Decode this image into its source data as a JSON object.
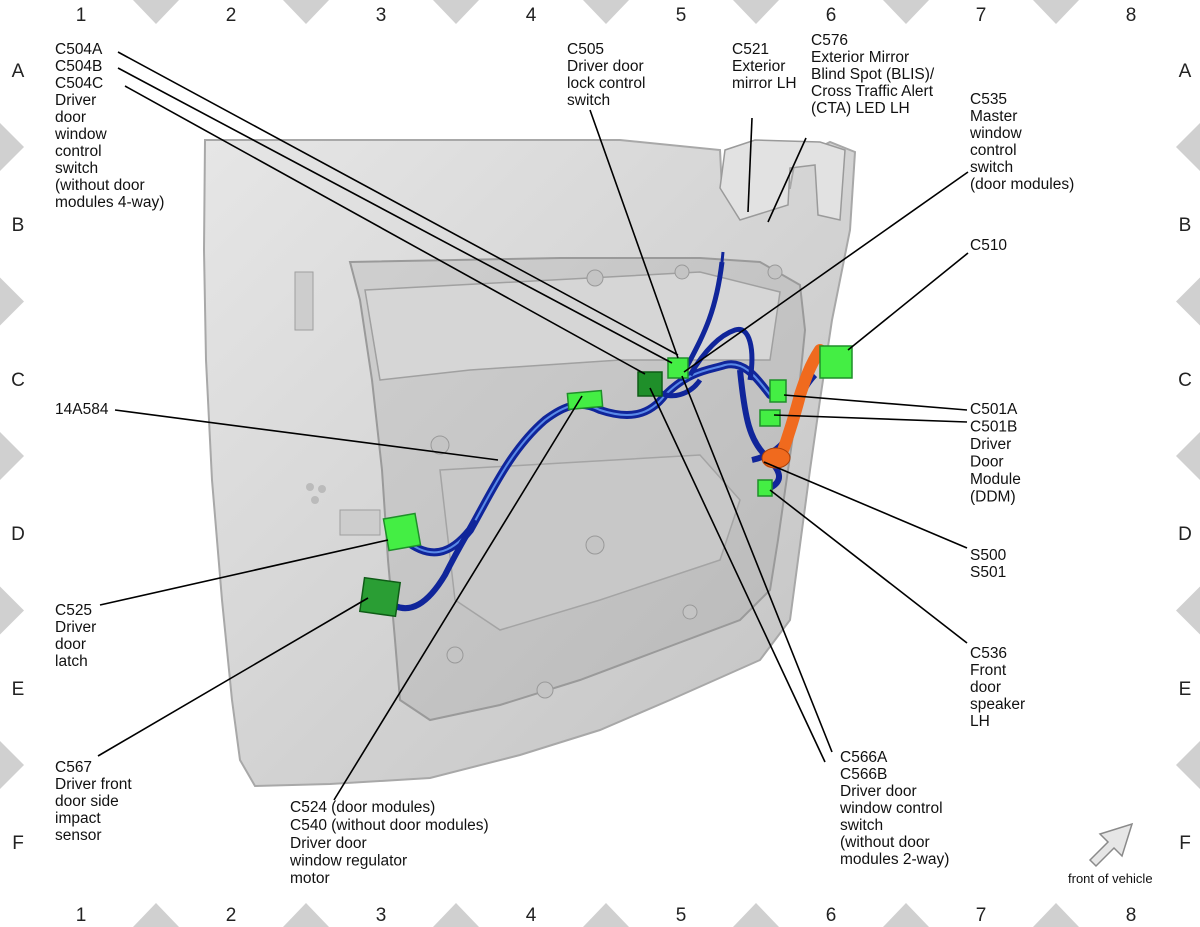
{
  "grid": {
    "columns": [
      "1",
      "2",
      "3",
      "4",
      "5",
      "6",
      "7",
      "8"
    ],
    "rows": [
      "A",
      "B",
      "C",
      "D",
      "E",
      "F"
    ]
  },
  "colors": {
    "connector": "#44ee44",
    "connector_dark": "#1f8f2a",
    "harness": "#1e3cc8",
    "harness_highlight": "#5a8ae8",
    "module_orange": "#f06a1e",
    "door_panel": "#d9d9d9"
  },
  "labels": {
    "c504": [
      "C504A",
      "C504B",
      "C504C",
      "Driver",
      "door",
      "window",
      "control",
      "switch",
      "(without door",
      "modules 4-way)"
    ],
    "c505": [
      "C505",
      "Driver door",
      "lock control",
      "switch"
    ],
    "c521": [
      "C521",
      "Exterior",
      "mirror LH"
    ],
    "c576": [
      "C576",
      "Exterior Mirror",
      "Blind Spot (BLIS)/",
      "Cross Traffic Alert",
      "(CTA) LED LH"
    ],
    "c535": [
      "C535",
      "Master",
      "window",
      "control",
      "switch",
      "(door modules)"
    ],
    "c510": [
      "C510"
    ],
    "harness": [
      "14A584"
    ],
    "c501": [
      "C501A",
      "C501B",
      "Driver",
      "Door",
      "Module",
      "(DDM)"
    ],
    "splice": [
      "S500",
      "S501"
    ],
    "c525": [
      "C525",
      "Driver",
      "door",
      "latch"
    ],
    "c536": [
      "C536",
      "Front",
      "door",
      "speaker",
      "LH"
    ],
    "c567": [
      "C567",
      "Driver front",
      "door side",
      "impact",
      "sensor"
    ],
    "c524_line1": "C524",
    "c524_line1_note": "(door modules)",
    "c524_line2": "C540",
    "c524_line2_note": "(without door modules)",
    "c524_rest": [
      "Driver door",
      "window regulator",
      "motor"
    ],
    "c566": [
      "C566A",
      "C566B",
      "Driver door",
      "window control",
      "switch",
      "(without door",
      "modules 2-way)"
    ]
  },
  "orientation": {
    "label": "front of vehicle",
    "icon": "front-arrow-icon"
  }
}
